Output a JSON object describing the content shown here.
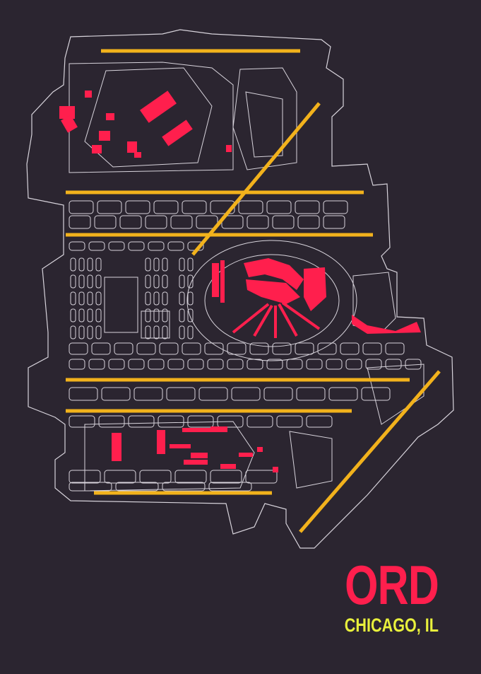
{
  "poster": {
    "code": "ORD",
    "city": "CHICAGO, IL"
  },
  "colors": {
    "background": "#2b2530",
    "outline": "#d8d4dc",
    "runway": "#f2b21c",
    "terminal": "#ff1f4d",
    "code_text": "#ff1f4d",
    "city_text": "#e8f03c"
  },
  "icons": {
    "runway": "runway-line",
    "terminal": "terminal-block"
  }
}
